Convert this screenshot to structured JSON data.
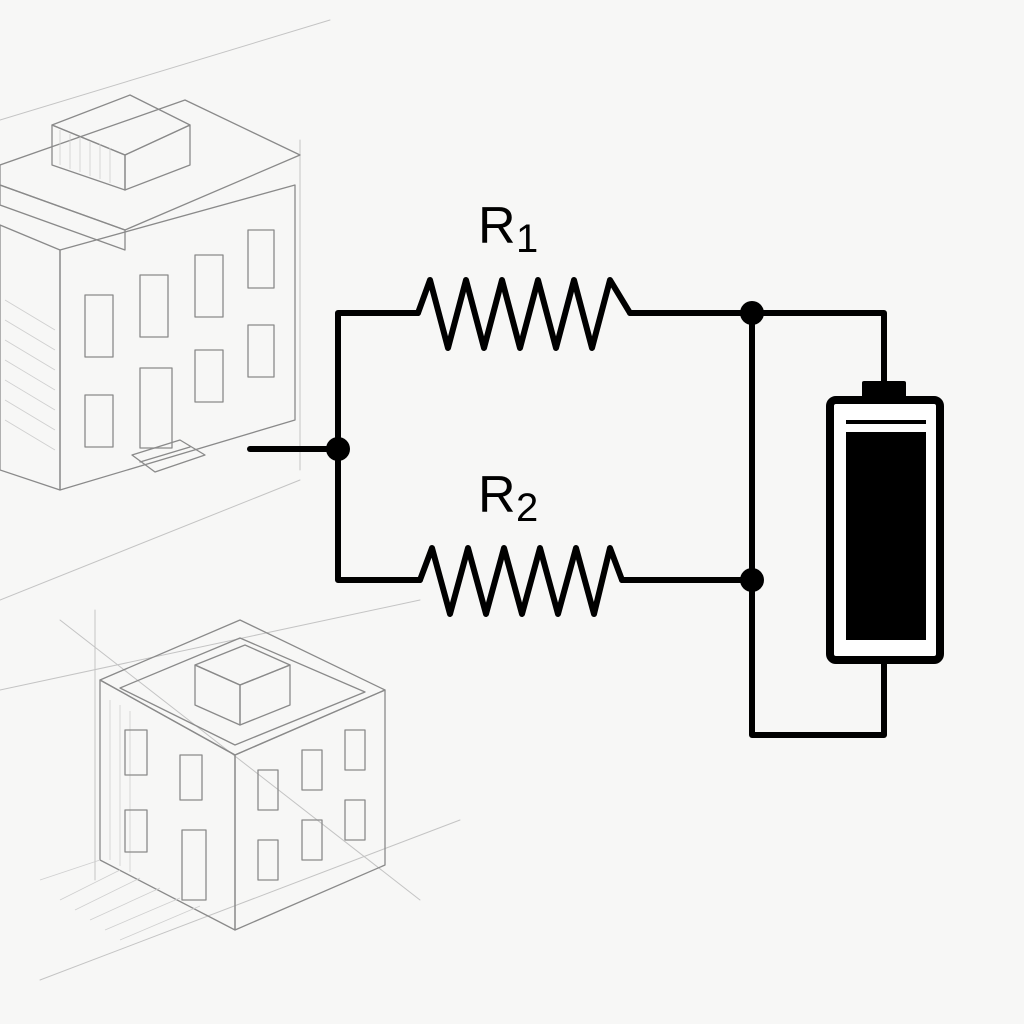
{
  "colors": {
    "background": "#f7f7f6",
    "ink": "#000000",
    "sketch": "#8a8a8a"
  },
  "circuit": {
    "resistors": [
      {
        "id": "r1",
        "label_main": "R",
        "label_sub": "1"
      },
      {
        "id": "r2",
        "label_main": "R",
        "label_sub": "2"
      }
    ],
    "battery": {
      "icon": "battery-icon"
    },
    "junctions": 3
  },
  "background_sketches": {
    "buildings": [
      {
        "icon": "building-sketch-icon"
      },
      {
        "icon": "building-sketch-icon"
      }
    ]
  }
}
